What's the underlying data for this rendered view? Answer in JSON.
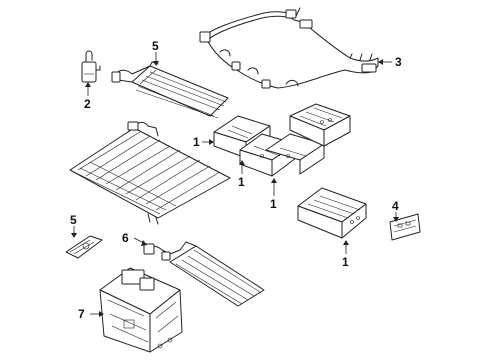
{
  "callouts": {
    "c1a": "1",
    "c1b": "1",
    "c1c": "1",
    "c1d": "1",
    "c2": "2",
    "c3": "3",
    "c4": "4",
    "c5a": "5",
    "c5b": "5",
    "c6": "6",
    "c7": "7"
  }
}
